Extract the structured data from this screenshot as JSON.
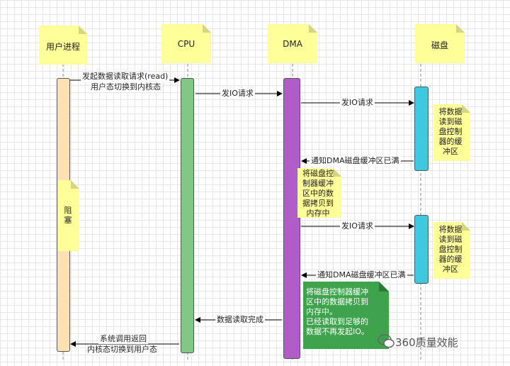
{
  "actors": {
    "user": "用户进程",
    "cpu": "CPU",
    "dma": "DMA",
    "disk": "磁盘"
  },
  "notes": {
    "block": "阻\n塞",
    "disk_note_1": "将数据\n读到磁\n盘控制\n器的缓\n冲区",
    "dma_note": "将磁盘控\n制器缓冲\n区中的数\n据拷贝到\n内存中",
    "disk_note_2": "将数据\n读到磁\n盘控制\n器的缓\n冲区",
    "green_note": "将磁盘控制器缓冲\n区中的数据拷贝到\n内存中。\n已经读取到足够的\n数据不再发起IO。"
  },
  "messages": {
    "m1": "发起数据读取请求(read)",
    "m1b": "用户态切换到内核态",
    "m2": "发IO请求",
    "m3": "发IO请求",
    "m4": "通知DMA磁盘缓冲区已满",
    "m5": "发IO请求",
    "m6": "通知DMA磁盘缓冲区已满",
    "m7": "数据读取完成",
    "m8": "系统调用返回",
    "m8b": "内核态切换到用户态"
  },
  "watermark": "360质量效能",
  "colors": {
    "user_bar": "#ffe0b2",
    "cpu_bar": "#82c785",
    "dma_bar": "#b15cc9",
    "disk_bar": "#3fc9e0",
    "note": "#ffff99",
    "green_note": "#3fa34d"
  }
}
